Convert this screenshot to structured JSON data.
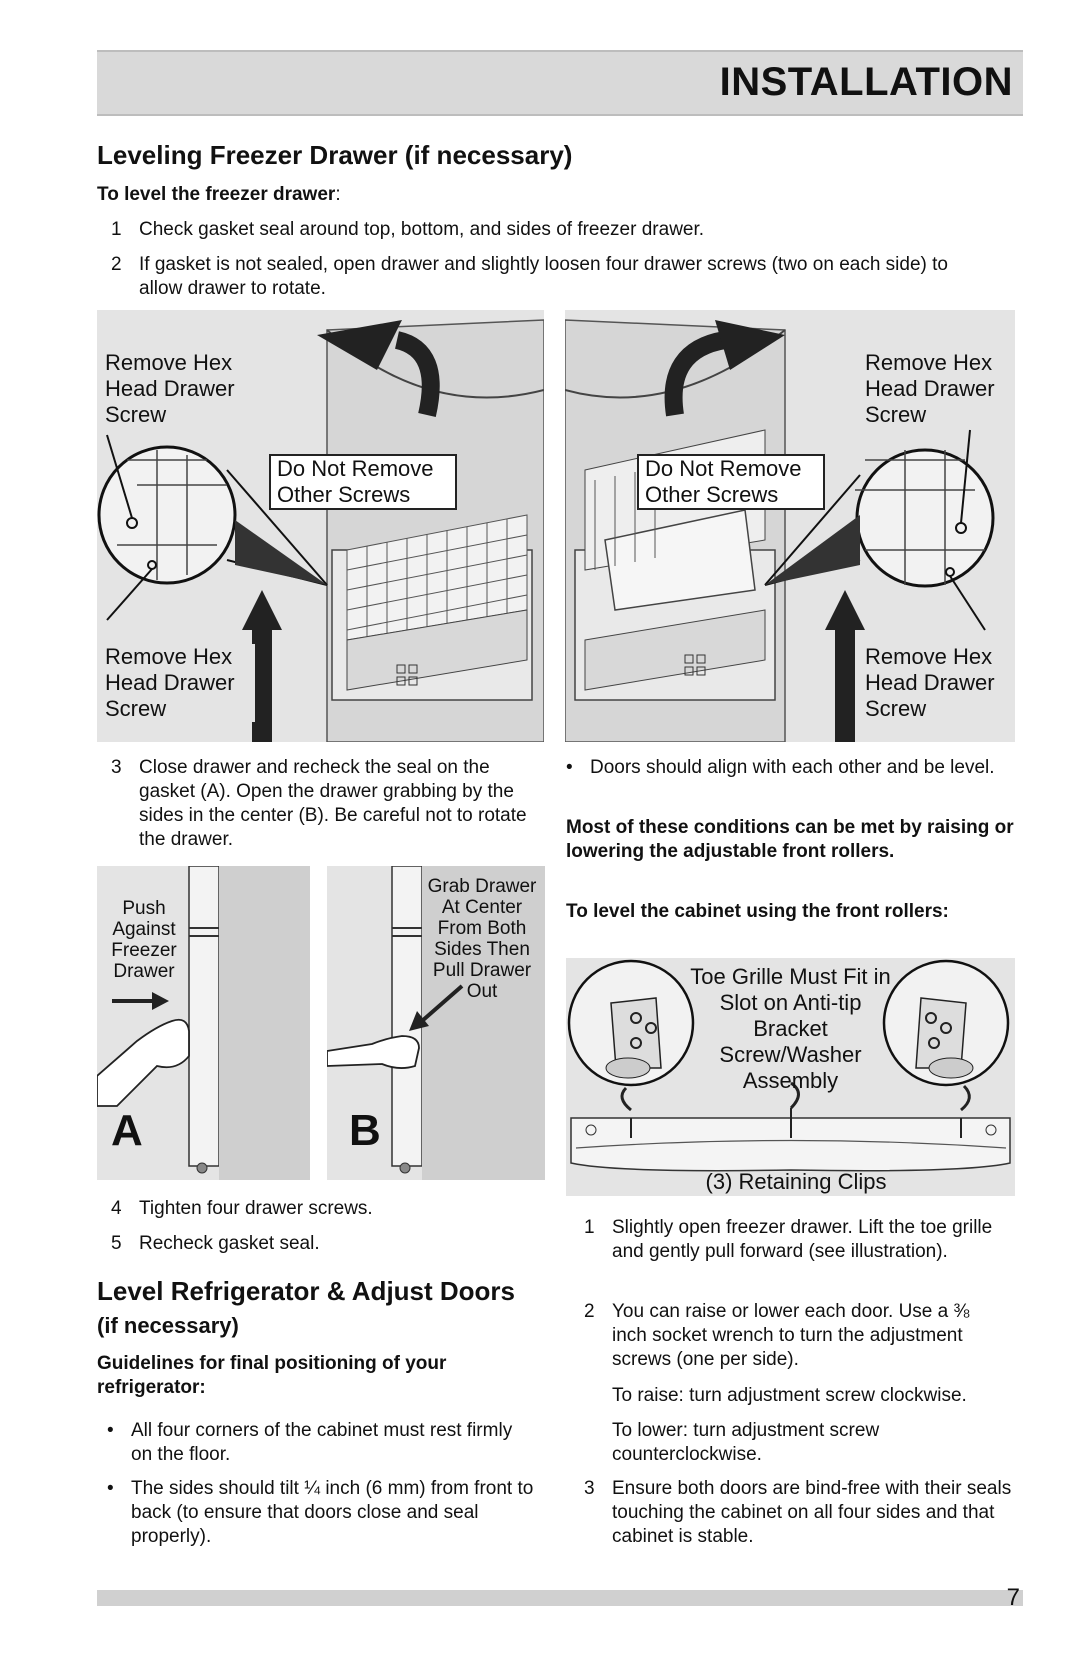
{
  "header": {
    "title": "INSTALLATION"
  },
  "section1": {
    "heading": "Leveling Freezer Drawer (if necessary)",
    "intro_bold": "To level the freezer drawer",
    "intro_colon": ":",
    "steps": [
      {
        "num": "1",
        "text": "Check gasket seal around top, bottom, and sides of freezer drawer."
      },
      {
        "num": "2",
        "text": "If gasket is not sealed, open drawer and slightly loosen four drawer screws (two on each side) to allow drawer to rotate."
      }
    ]
  },
  "figure1": {
    "left": {
      "remove_top": "Remove Hex Head Drawer Screw",
      "do_not_remove": "Do Not Remove Other Screws",
      "remove_bottom": "Remove Hex Head Drawer Screw"
    },
    "right": {
      "remove_top": "Remove Hex Head Drawer Screw",
      "do_not_remove": "Do Not Remove Other Screws",
      "remove_bottom": "Remove Hex Head Drawer Screw"
    }
  },
  "step3": {
    "num": "3",
    "text": "Close drawer and recheck the seal on the gasket (A). Open the drawer grabbing by the sides in the center (B). Be careful not to rotate the drawer."
  },
  "figureAB": {
    "a_caption": "Push Against Freezer Drawer",
    "a_letter": "A",
    "b_caption": "Grab Drawer At Center From Both Sides Then Pull Drawer Out",
    "b_letter": "B"
  },
  "steps_more": [
    {
      "num": "4",
      "text": "Tighten four drawer screws."
    },
    {
      "num": "5",
      "text": "Recheck gasket seal."
    }
  ],
  "section2": {
    "heading": "Level Refrigerator & Adjust Doors",
    "subheading": "(if necessary)",
    "guidelines_heading": "Guidelines for final positioning of your refrigerator:",
    "bullets": [
      {
        "mark": "•",
        "text": "All four corners of the cabinet must rest firmly on the floor."
      },
      {
        "mark": "•",
        "text": "The sides should tilt ¼ inch (6 mm) from front to back (to ensure that doors close and seal properly)."
      }
    ]
  },
  "right_col": {
    "bullet": {
      "mark": "•",
      "text": "Doors should align with each other and be level."
    },
    "bold_note": "Most of these conditions can be met by raising or lowering the adjustable front rollers.",
    "bold_heading": "To level the cabinet using the front rollers:",
    "figure": {
      "toe_grille_label": "Toe Grille Must Fit in Slot on Anti-tip Bracket Screw/Washer Assembly",
      "clips_label": "(3) Retaining Clips"
    },
    "steps": [
      {
        "num": "1",
        "text": "Slightly open freezer drawer. Lift the toe grille and gently pull forward (see illustration)."
      },
      {
        "num": "2",
        "text": "You can raise or lower each door. Use a ⅜ inch socket wrench to turn the adjustment screws (one per side)."
      },
      {
        "num": "",
        "text": "To raise: turn adjustment screw clockwise."
      },
      {
        "num": "",
        "text": "To lower: turn adjustment screw counterclockwise."
      },
      {
        "num": "3",
        "text": "Ensure both doors are bind-free with their seals touching the cabinet on all four sides and that cabinet is stable."
      }
    ]
  },
  "footer": {
    "page": "7"
  }
}
